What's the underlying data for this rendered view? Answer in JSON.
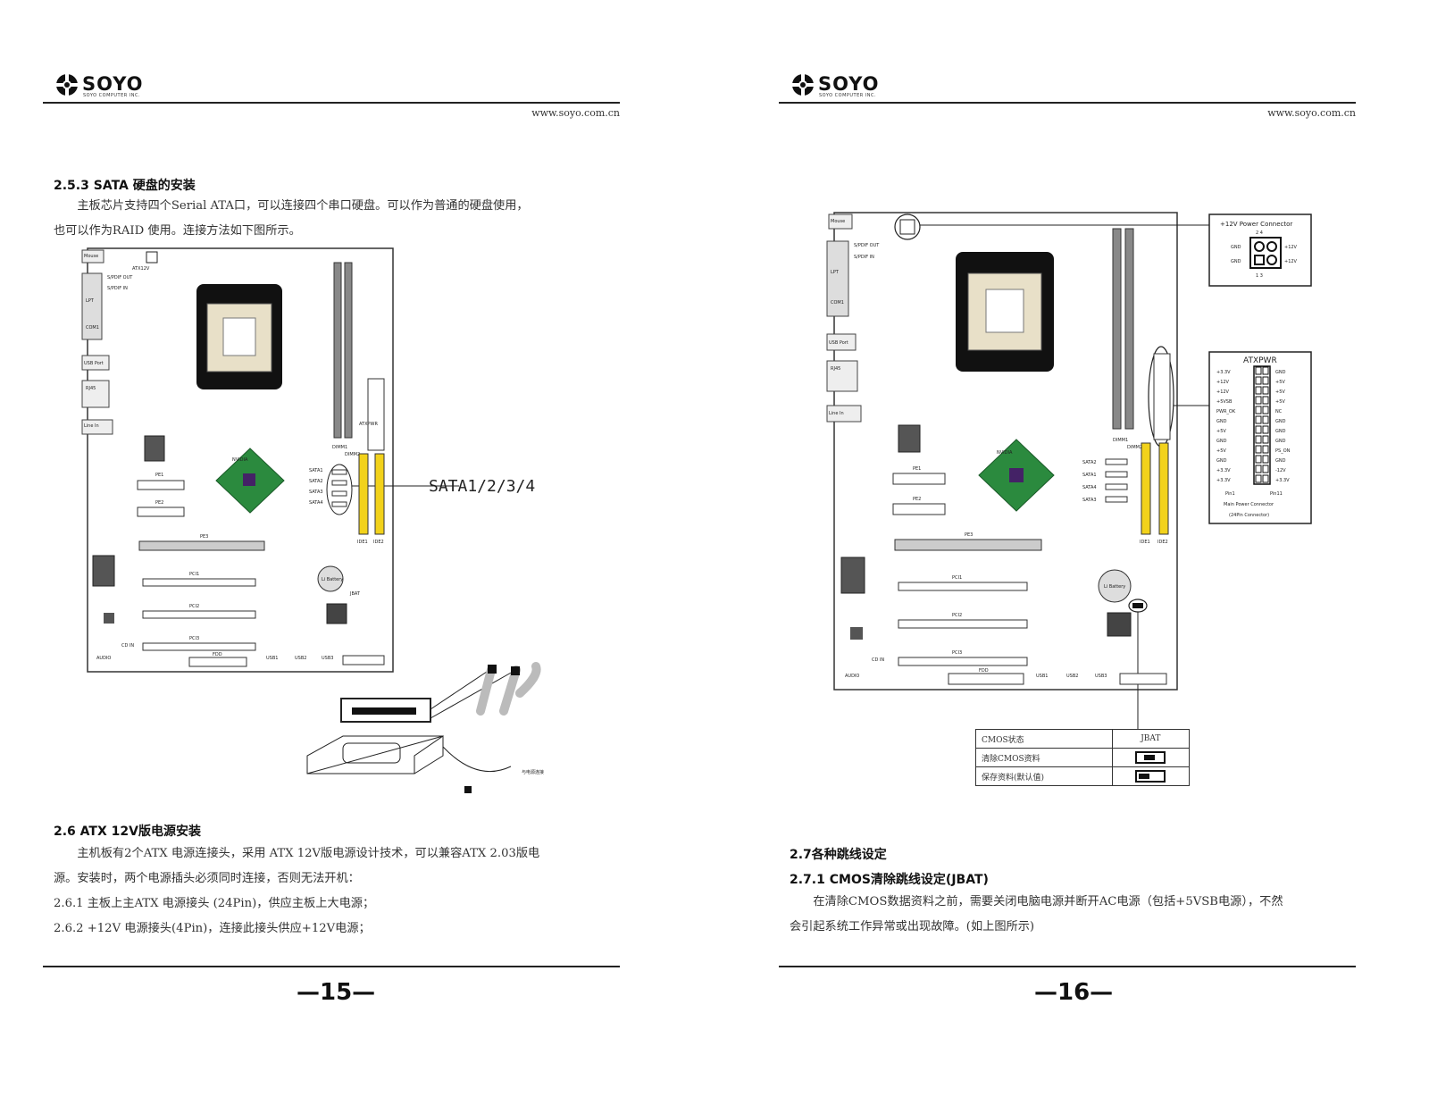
{
  "brand": {
    "name": "SOYO",
    "tagline": "SOYO COMPUTER INC."
  },
  "url": "www.soyo.com.cn",
  "left": {
    "sec_253_title": "2.5.3 SATA 硬盘的安装",
    "sec_253_line1": "　　主板芯片支持四个Serial ATA口，可以连接四个串口硬盘。可以作为普通的硬盘使用，",
    "sec_253_line2": "也可以作为RAID 使用。连接方法如下图所示。",
    "sata_callout": "SATA1/2/3/4",
    "sec_26_title": "2.6 ATX 12V版电源安装",
    "sec_26_line1": "　　主机板有2个ATX 电源连接头，采用 ATX 12V版电源设计技术，可以兼容ATX 2.03版电",
    "sec_26_line2": "源。安装时，两个电源插头必须同时连接，否则无法开机：",
    "sec_261": "2.6.1 主板上主ATX 电源接头 (24Pin)，供应主板上大电源；",
    "sec_262": "2.6.2 +12V 电源接头(4Pin)，连接此接头供应+12V电源；",
    "page_number": "—15—",
    "board_labels": {
      "mouse": "Mouse",
      "spdif_out": "S/PDIF OUT",
      "spdif_in": "S/PDIF IN",
      "lpt": "LPT",
      "com1": "COM1",
      "usb_port": "USB Port",
      "rj45": "RJ45",
      "line_in": "Line In",
      "pe1": "PE1",
      "pe2": "PE2",
      "pe3": "PE3",
      "pci1": "PCI1",
      "pci2": "PCI2",
      "pci3": "PCI3",
      "nvidia": "NVIDIA",
      "battery": "Li Battery",
      "atxpwr": "ATXPWR",
      "dimm1": "DIMM1",
      "dimm2": "DIMM2",
      "sata1": "SATA1",
      "sata2": "SATA2",
      "sata3": "SATA3",
      "sata4": "SATA4",
      "ide1": "IDE1",
      "ide2": "IDE2",
      "fdd": "FDD",
      "audio": "AUDIO",
      "usb1": "USB1",
      "usb2": "USB2",
      "usb3": "USB3",
      "jbat": "JBAT",
      "atx12v": "ATX12V",
      "cdin": "CD IN"
    },
    "hdd_label": "与电源连接"
  },
  "right": {
    "conn12v_title": "+12V Power Connector",
    "conn12v_pins_top": "2  4",
    "conn12v_pins_bot": "1  3",
    "conn12v_gnd": "GND",
    "conn12v_12v": "+12V",
    "atxpwr_title": "ATXPWR",
    "atxpwr_left_pins": [
      "+3.3V",
      "+12V",
      "+12V",
      "+5VSB",
      "PWR_OK",
      "GND",
      "+5V",
      "GND",
      "+5V",
      "GND",
      "+3.3V",
      "+3.3V"
    ],
    "atxpwr_right_pins": [
      "GND",
      "+5V",
      "+5V",
      "+5V",
      "NC",
      "GND",
      "GND",
      "GND",
      "PS_ON",
      "GND",
      "-12V",
      "+3.3V"
    ],
    "atxpwr_pin1": "Pin1",
    "atxpwr_pin11": "Pin11",
    "atxpwr_caption1": "Main Power Connector",
    "atxpwr_caption2": "(24Pin Connector)",
    "jbat_table": {
      "h1": "CMOS状态",
      "h2": "JBAT",
      "r1": "清除CMOS资料",
      "r2": "保存资料(默认值)"
    },
    "sec_27_title": "2.7各种跳线设定",
    "sec_271_title": "2.7.1 CMOS清除跳线设定(JBAT)",
    "sec_271_line1": "　　在清除CMOS数据资料之前，需要关闭电脑电源并断开AC电源（包括+5VSB电源），不然",
    "sec_271_line2": "会引起系统工作异常或出现故障。(如上图所示)",
    "page_number": "—16—"
  }
}
